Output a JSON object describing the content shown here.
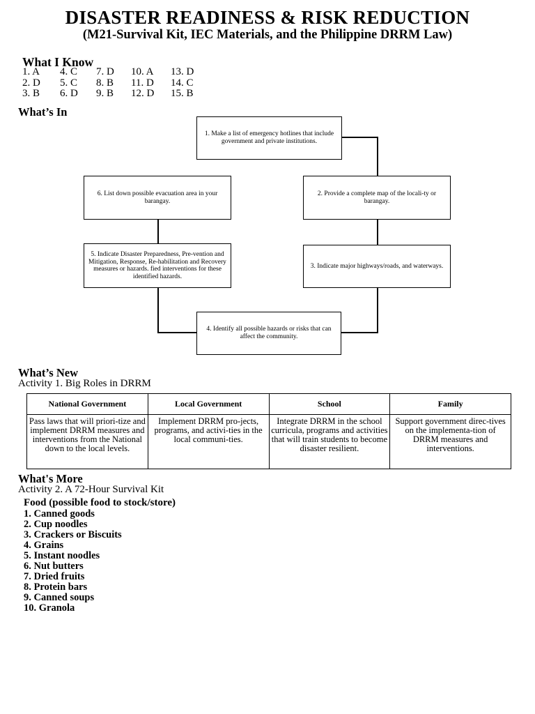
{
  "header": {
    "title": "DISASTER READINESS & RISK REDUCTION",
    "subtitle": "(M21-Survival Kit, IEC Materials, and the Philippine DRRM Law)"
  },
  "what_i_know": {
    "heading": "What I Know",
    "answers": [
      [
        "1. A",
        "4. C",
        "7. D",
        "10. A",
        "13. D"
      ],
      [
        "2. D",
        "5. C",
        "8. B",
        "11. D",
        "14. C"
      ],
      [
        "3. B",
        "6. D",
        "9. B",
        "12. D",
        "15. B"
      ]
    ]
  },
  "whats_in": {
    "heading": "What’s In",
    "steps": [
      "1. Make a list of emergency hotlines that include government and private institutions.",
      "2. Provide a complete map of the locali-ty or barangay.",
      "3. Indicate major highways/roads, and waterways.",
      "4. Identify all possible hazards or risks that can affect the community.",
      "5. Indicate Disaster Preparedness, Pre-vention and Mitigation, Response, Re-habilitation and Recovery measures or hazards. fied interventions for these identified hazards.",
      "6. List down possible evacuation area in your barangay."
    ]
  },
  "whats_new": {
    "heading": "What’s New",
    "activity": "Activity 1. Big Roles in DRRM",
    "table": {
      "headers": [
        "National Government",
        "Local Government",
        "School",
        "Family"
      ],
      "cells": [
        "Pass laws that will priori-tize and implement DRRM measures and interventions from the National down to the local levels.",
        "Implement DRRM pro-jects, programs, and activi-ties in the local communi-ties.",
        "Integrate DRRM in the school curricula, programs and activities that will train students to become disaster resilient.",
        "Support government direc-tives on the implementa-tion of DRRM measures and interventions."
      ]
    }
  },
  "whats_more": {
    "heading": "What's More",
    "activity": "Activity 2. A 72-Hour Survival Kit",
    "food_heading": "Food (possible food to stock/store)",
    "food_items": [
      "1. Canned goods",
      "2. Cup noodles",
      "3. Crackers or Biscuits",
      "4. Grains",
      "5. Instant noodles",
      "6. Nut butters",
      "7. Dried fruits",
      "8. Protein bars",
      "9. Canned soups",
      "10. Granola"
    ]
  }
}
